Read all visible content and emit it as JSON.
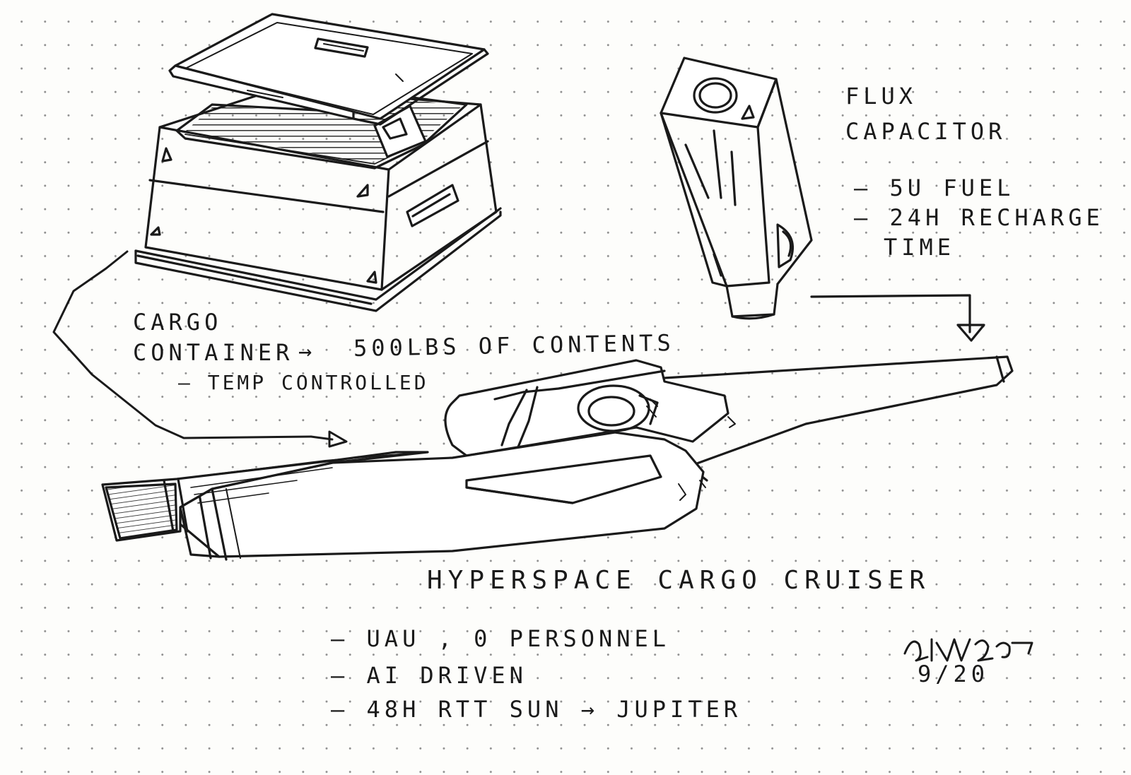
{
  "cargo_container": {
    "title": "CARGO",
    "line_1": "CONTAINER",
    "arrow_text": "→",
    "capacity": "500lbs OF CONTENTS",
    "feature_1": "– TEMP CONTROLLED"
  },
  "flux_capacitor": {
    "title_1": "FLUX",
    "title_2": "CAPACITOR",
    "spec_1": "– 5U FUEL",
    "spec_2": "– 24H RECHARGE",
    "spec_2_cont": "TIME"
  },
  "cruiser": {
    "title": "HYPERSPACE CARGO CRUISER",
    "specs": [
      "– UAU , 0 PERSONNEL",
      "– AI DRIVEN",
      "– 48H RTT SUN → JUPITER"
    ]
  },
  "signature": {
    "date": "9/20"
  },
  "colors": {
    "ink": "#1a1a1a",
    "paper": "#fdfdfb",
    "dots": "#8d8d8d"
  }
}
